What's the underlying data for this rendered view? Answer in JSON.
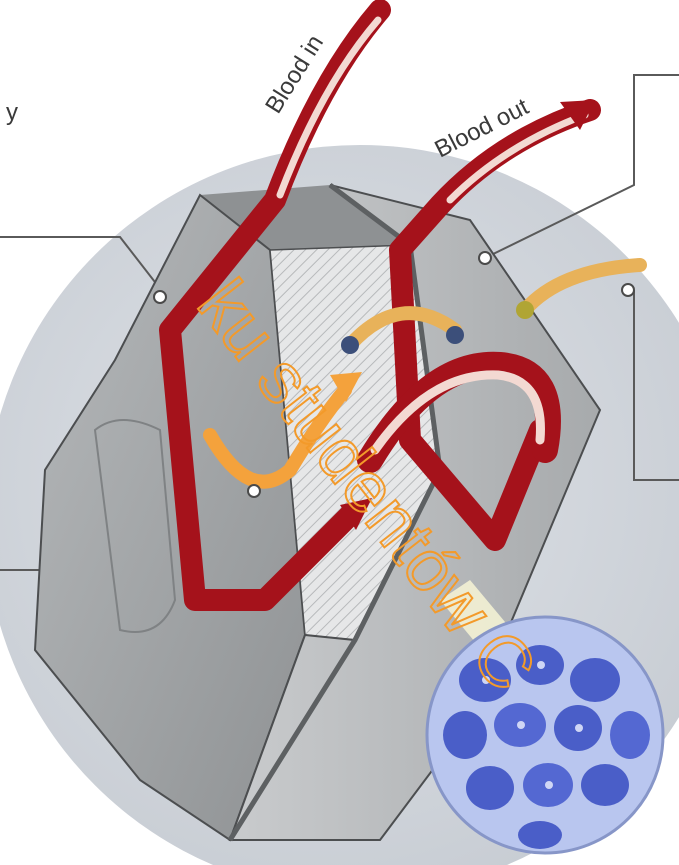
{
  "labels": {
    "blood_in": "Blood in",
    "blood_out": "Blood out",
    "partial_left": "y"
  },
  "watermark": {
    "text": "ku studentów C",
    "color": "#f39a2a"
  },
  "colors": {
    "background_circle": "#d4d9e0",
    "block_face": "#a9acae",
    "block_side": "#c4c6c8",
    "block_top": "#8d9092",
    "vessel_red": "#a5121b",
    "vessel_highlight": "#f3d9d2",
    "duct_yellow": "#e8b25a",
    "flow_orange": "#f4a23c",
    "cell_blue": "#4a5ec8",
    "cell_membrane": "#b9c6ef",
    "leader_line": "#5a5a5a"
  },
  "icons": {
    "flow_arrow": "orange-curved-arrow-icon",
    "magnifier": "cell-magnified-view-icon"
  }
}
